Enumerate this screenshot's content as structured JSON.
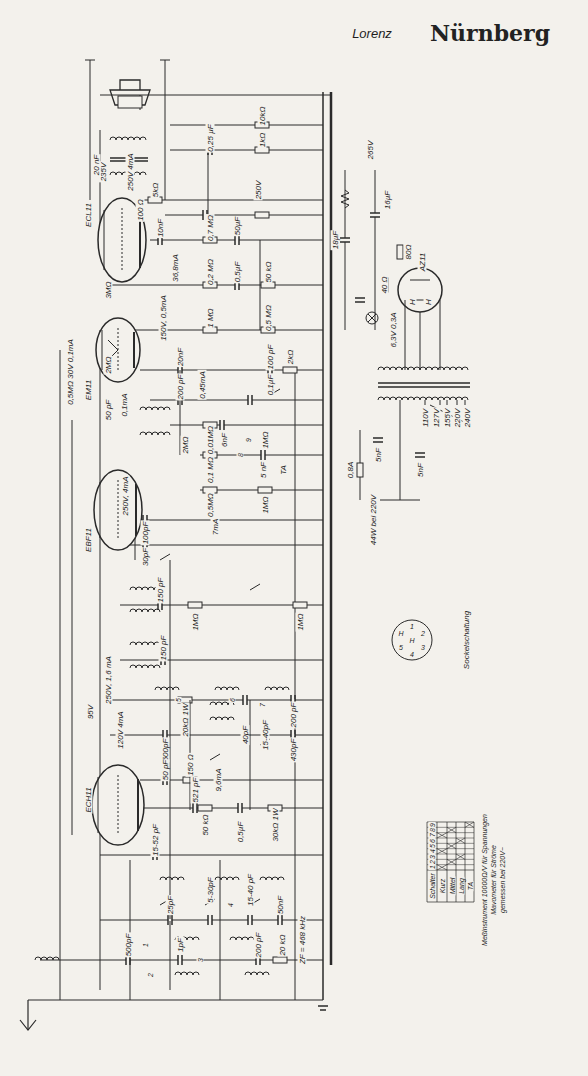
{
  "diagram": {
    "title": "Nürnberg",
    "labels": [
      "Lorenz",
      "ECL11",
      "EM11",
      "EBF11",
      "ECH11",
      "235V",
      "250V 4mA",
      "3MΩ",
      "0,5MΩ 30V 0,1mA",
      "2MΩ",
      "50 pF",
      "0,1mA",
      "250V, 4mA",
      "250V, 1,6 mA",
      "95V",
      "120V 4mA",
      "10kΩ",
      "0,25 µF",
      "1kΩ",
      "5kΩ",
      "100 Ω",
      "20 nF",
      "10nF",
      "0,7 MΩ",
      "50µF",
      "36,8mA",
      "0,2 MΩ",
      "0,5µF",
      "50 kΩ",
      "150V, 0,5mA",
      "1 MΩ",
      "0,5 MΩ",
      "20nF",
      "0,45mA",
      "100 pF",
      "0,1µF",
      "2kΩ",
      "200 pF",
      "2MΩ",
      "0,01MΩ",
      "6nF",
      "1MΩ",
      "5 nF",
      "0,1 MΩ",
      "0,5MΩ",
      "1MΩ",
      "TA",
      "100pF",
      "30pF",
      "7mA",
      "150 pF",
      "1MΩ",
      "1MΩ",
      "150 pF",
      "20kΩ 1W",
      "500pF",
      "40pF",
      "15-40pF",
      "200 pF",
      "430pF",
      "50 pF",
      "150 Ω",
      "15-52 pF",
      "521 pF",
      "50 kΩ",
      "9,6mA",
      "0,5µF",
      "30kΩ 1W",
      "25pF",
      "5-30pF",
      "15-40 pF",
      "50nF",
      "1pF",
      "500pF",
      "200 pF",
      "20 kΩ",
      "ZF = 468 kHz",
      "250V",
      "265V",
      "18µF",
      "16µF",
      "40 Ω",
      "80Ω",
      "6,3V 0,3A",
      "AZ11",
      "H",
      "H",
      "110V",
      "127V",
      "155V",
      "220V",
      "240V",
      "5nF",
      "5nF",
      "0,8A",
      "44W bei 220V",
      "Sockelschaltung",
      "1",
      "2",
      "3",
      "4",
      "5",
      "H",
      "H",
      "Schalter",
      "1",
      "2",
      "3",
      "4",
      "5",
      "6",
      "7",
      "8",
      "9",
      "Kurz",
      "Mittel",
      "Lang",
      "TA",
      "Meßinstrument 10000Ω/V für Spannungen",
      "Mavometer für Ströme",
      "gemessen bei 220V~",
      "1",
      "2",
      "3",
      "4",
      "5",
      "6",
      "7",
      "8",
      "9"
    ]
  }
}
